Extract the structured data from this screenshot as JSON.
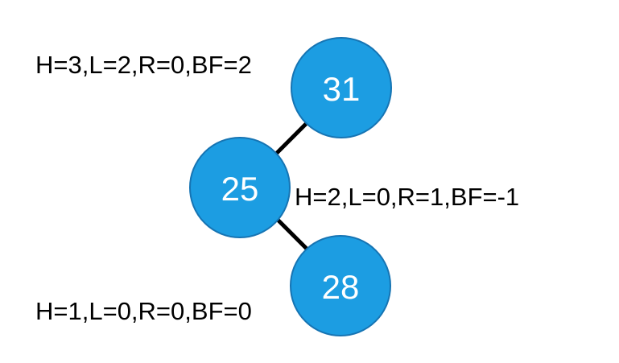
{
  "colors": {
    "node_fill": "#1c9de2",
    "node_stroke": "#1674b3",
    "edge": "#000000",
    "text": "#000000",
    "node_text": "#ffffff"
  },
  "nodes": [
    {
      "value": "31",
      "annotation": "H=3,L=2,R=0,BF=2"
    },
    {
      "value": "25",
      "annotation": "H=2,L=0,R=1,BF=-1"
    },
    {
      "value": "28",
      "annotation": "H=1,L=0,R=0,BF=0"
    }
  ]
}
